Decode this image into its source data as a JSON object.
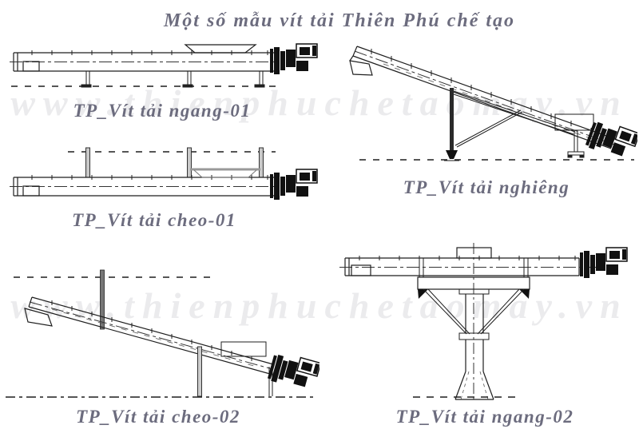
{
  "title": "Một số mẫu vít tải Thiên Phú chế tạo",
  "watermark": {
    "text": "www.thienphuchetaomay.vn"
  },
  "figures": [
    {
      "id": "ngang-01",
      "label": "TP_Vít tải ngang-01"
    },
    {
      "id": "cheo-01",
      "label": "TP_Vít tải cheo-01"
    },
    {
      "id": "nghieng",
      "label": "TP_Vít tải nghiêng"
    },
    {
      "id": "cheo-02",
      "label": "TP_Vít tải cheo-02"
    },
    {
      "id": "ngang-02",
      "label": "TP_Vít tải ngang-02"
    }
  ],
  "colors": {
    "background": "#ffffff",
    "line": "#1f1f1f",
    "label_text": "#6c6c7e",
    "watermark_text": "#ebebed"
  }
}
